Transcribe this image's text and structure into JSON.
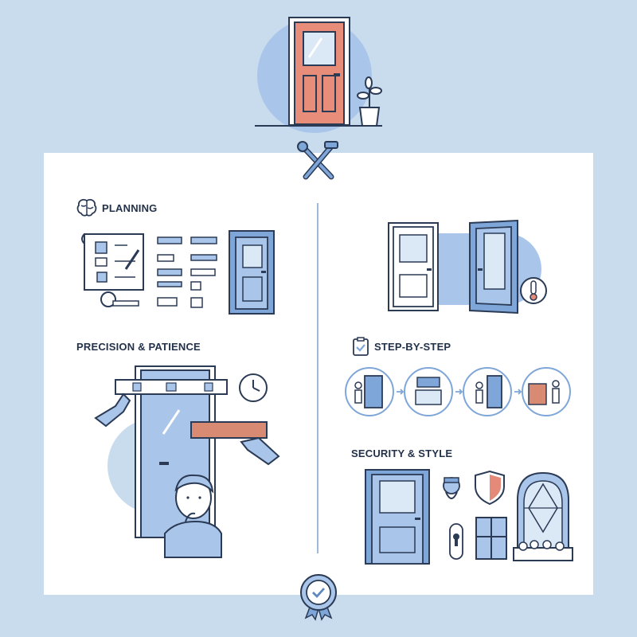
{
  "sections": {
    "planning": {
      "title": "PLANNING",
      "icon": "brain-icon"
    },
    "precision": {
      "title": "PRECISION & PATIENCE",
      "icon": "level-icon"
    },
    "step": {
      "title": "STEP-BY-STEP",
      "icon": "clipboard-check-icon"
    },
    "security": {
      "title": "SECURITY & STYLE",
      "icon": "shield-icon"
    }
  },
  "icons": {
    "top": "door-with-plant-icon",
    "divider": "wrench-hammer-icon",
    "bottom": "award-badge-icon"
  },
  "colors": {
    "background": "#c9dcee",
    "panel": "#ffffff",
    "accent_blue": "#7fa6d8",
    "door_red": "#e58a78",
    "outline": "#2b3a55"
  }
}
